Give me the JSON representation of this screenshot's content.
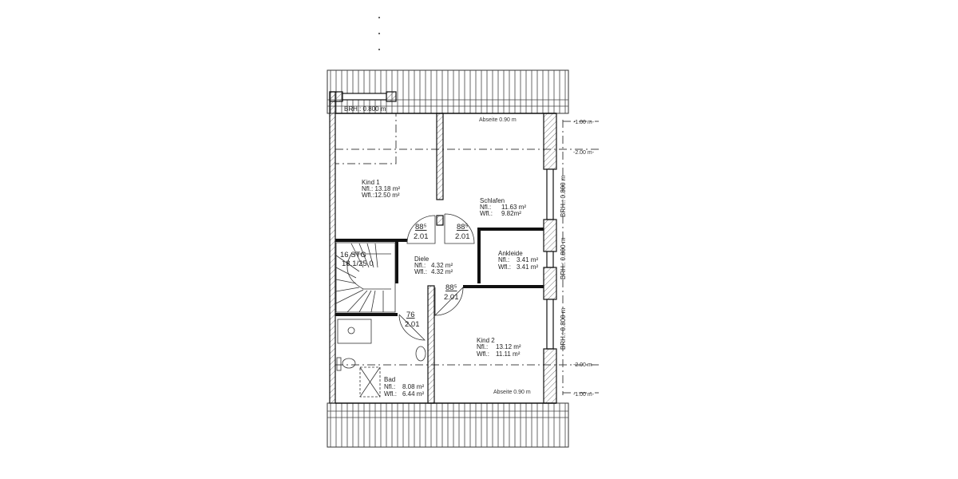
{
  "plan": {
    "rooms": {
      "kind1": {
        "name": "Kind 1",
        "nfl": "Nfl.: 13.18 m²",
        "wfl": "Wfl.:12.50 m²"
      },
      "schlafen": {
        "name": "Schlafen",
        "nfl_label": "Nfl.:",
        "nfl": "11.63 m²",
        "wfl_label": "Wfl.:",
        "wfl": "9.82m²"
      },
      "ankleide": {
        "name": "Ankleide",
        "nfl_label": "Nfl.:",
        "nfl": "3.41 m²",
        "wfl_label": "Wfl.:",
        "wfl": "3.41 m²"
      },
      "diele": {
        "name": "Diele",
        "nfl_label": "Nfl.:",
        "nfl": "4.32 m²",
        "wfl_label": "Wfl.:",
        "wfl": "4.32 m²"
      },
      "kind2": {
        "name": "Kind 2",
        "nfl_label": "Nfl.:",
        "nfl": "13.12 m²",
        "wfl_label": "Wfl.:",
        "wfl": "11.11 m²"
      },
      "bad": {
        "name": "Bad",
        "nfl_label": "Nfl.:",
        "nfl": "8.08 m²",
        "wfl_label": "Wfl.:",
        "wfl": "6.44 m²"
      }
    },
    "doors": [
      {
        "width": "88⁵",
        "height": "2.01"
      },
      {
        "width": "88⁵",
        "height": "2.01"
      },
      {
        "width": "88⁵",
        "height": "2.01"
      },
      {
        "width": "76",
        "height": "2.01"
      }
    ],
    "stairs": {
      "steps": "16 STG",
      "ratio": "18.1/25.0"
    },
    "annotations": {
      "brh_top": "BRH.: 0.800 m",
      "brh_right_1": "BRH.: 0.800 m",
      "brh_right_2": "BRH.: 0.800 m",
      "brh_right_3": "BRH.: 0.800 m",
      "abseite_top": "Abseite 0.90 m",
      "abseite_bottom": "Abseite 0.90 m",
      "level_1": "-1.00 m-",
      "level_2": "-2.00 m-",
      "level_3": "-2.00 m-",
      "level_4": "-1.00 m-"
    }
  }
}
